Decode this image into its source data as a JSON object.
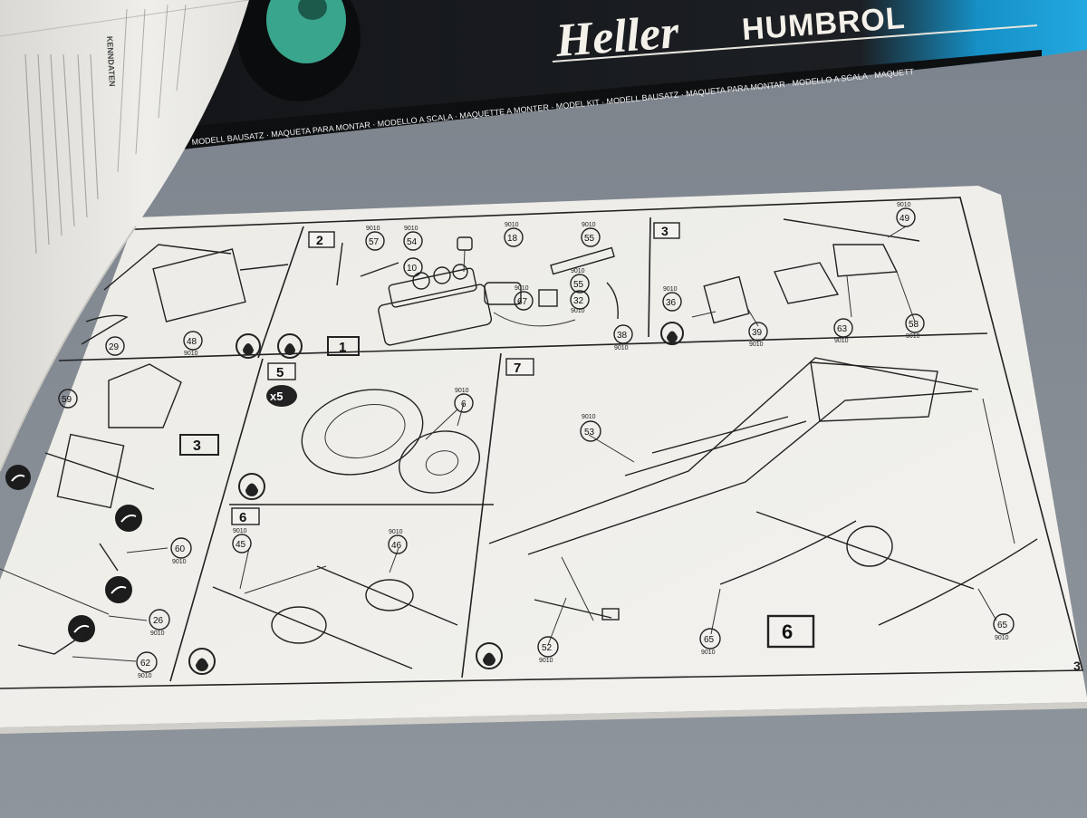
{
  "box": {
    "brand_primary": "Heller",
    "brand_secondary": "HUMBROL",
    "banner_text": "MODELL BAUSATZ · MAQUETA PARA MONTAR · MODELLO A SCALA · MAQUETTE A MONTER · MODEL KIT · MODELL BAUSATZ · MAQUETA PARA MONTAR · MODELLO A SCALA · MAQUETT",
    "colors": {
      "box": "#15171a",
      "accent": "#1aa0d8",
      "wheel": "#3aa58d"
    }
  },
  "booklet": {
    "heading": "KENNDATEN"
  },
  "sheet": {
    "page_number": "3",
    "steps": [
      {
        "number": "2"
      },
      {
        "number": "3"
      },
      {
        "number": "5",
        "multiplier": "x5"
      },
      {
        "number": "6"
      },
      {
        "number": "7"
      }
    ],
    "references": [
      "1",
      "3",
      "6"
    ],
    "parts": [
      {
        "number": "49",
        "code": "9010"
      },
      {
        "number": "57",
        "code": "9010"
      },
      {
        "number": "54",
        "code": "9010"
      },
      {
        "number": "10",
        "code": ""
      },
      {
        "number": "18",
        "code": "9010"
      },
      {
        "number": "55",
        "code": "9010"
      },
      {
        "number": "55",
        "code": "9010"
      },
      {
        "number": "67",
        "code": "9010"
      },
      {
        "number": "32",
        "code": "9010"
      },
      {
        "number": "38",
        "code": "9010"
      },
      {
        "number": "29",
        "code": ""
      },
      {
        "number": "48",
        "code": "9010"
      },
      {
        "number": "36",
        "code": "9010"
      },
      {
        "number": "39",
        "code": "9010"
      },
      {
        "number": "63",
        "code": "9010"
      },
      {
        "number": "58",
        "code": "9010"
      },
      {
        "number": "6",
        "code": "9010"
      },
      {
        "number": "53",
        "code": "9010"
      },
      {
        "number": "45",
        "code": "9010"
      },
      {
        "number": "46",
        "code": "9010"
      },
      {
        "number": "60",
        "code": "9010"
      },
      {
        "number": "26",
        "code": "9010"
      },
      {
        "number": "62",
        "code": "9010"
      },
      {
        "number": "52",
        "code": "9010"
      },
      {
        "number": "65",
        "code": "9010"
      },
      {
        "number": "65",
        "code": "9010"
      },
      {
        "number": "59",
        "code": ""
      }
    ]
  }
}
